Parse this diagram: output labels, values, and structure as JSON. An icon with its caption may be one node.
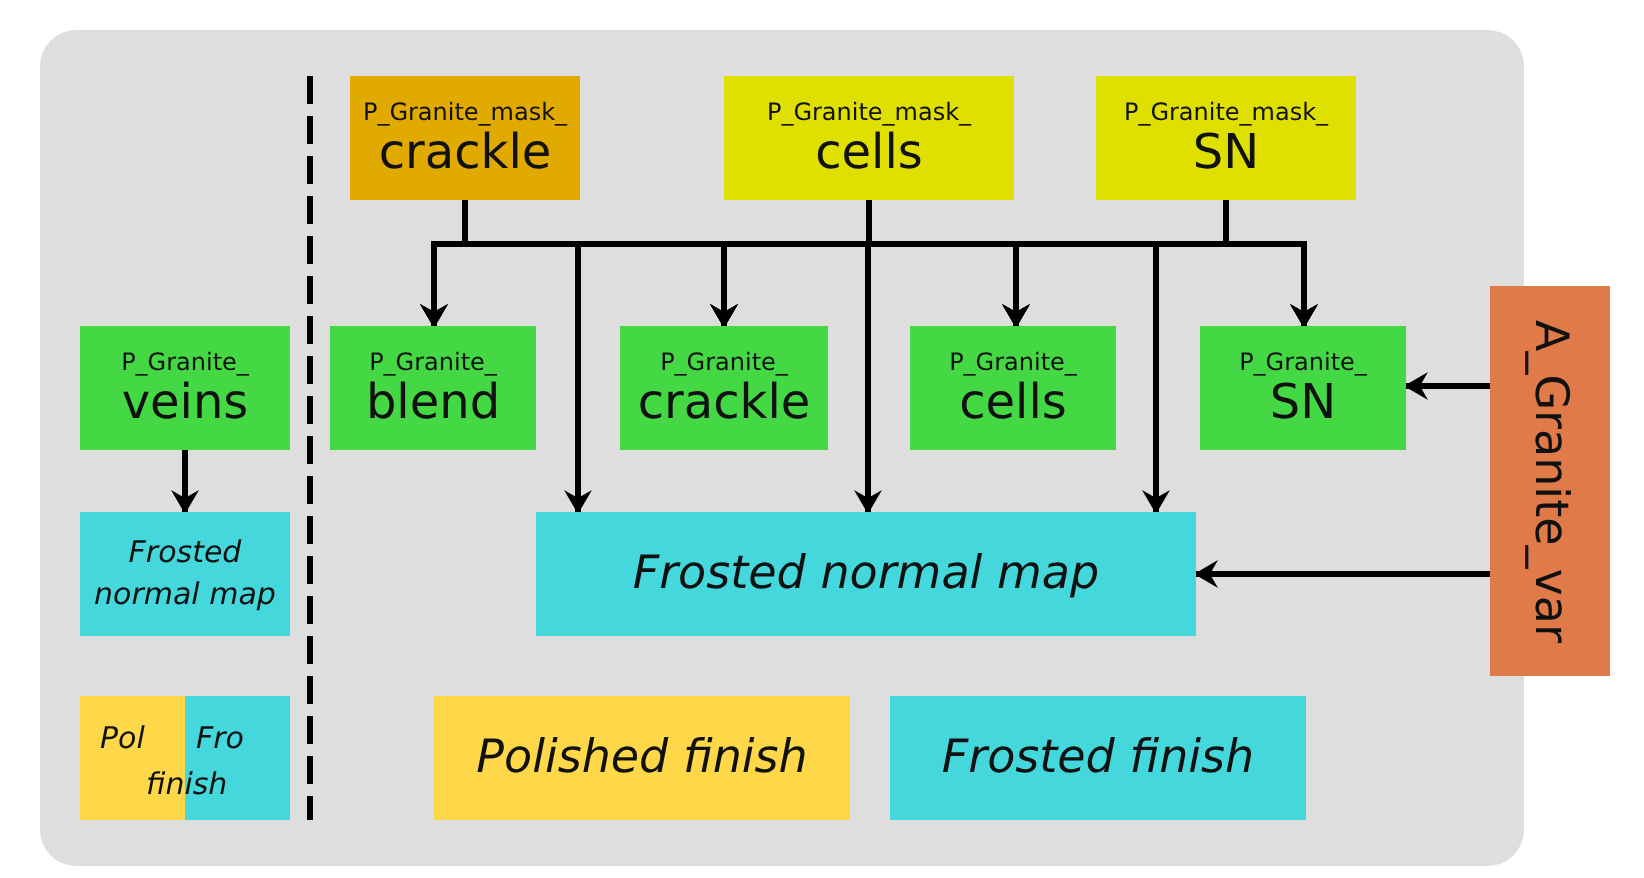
{
  "diagram": {
    "nodes": [
      {
        "text": [
          "P_Granite_mask_",
          "crackle"
        ]
      },
      {
        "text": [
          "P_Granite_mask_",
          "cells"
        ]
      },
      {
        "text": [
          "P_Granite_mask_",
          "SN"
        ]
      },
      {
        "text": [
          "P_Granite_",
          "veins"
        ]
      },
      {
        "text": [
          "P_Granite_",
          "blend"
        ]
      },
      {
        "text": [
          "P_Granite_",
          "crackle"
        ]
      },
      {
        "text": [
          "P_Granite_",
          "cells"
        ]
      },
      {
        "text": [
          "P_Granite_",
          "SN"
        ]
      },
      {
        "text": [
          "A_Granite_var"
        ]
      },
      {
        "text": [
          "Frosted normal map"
        ]
      },
      {
        "text": [
          "Frosted normal map"
        ]
      },
      {
        "text": [
          "Pol",
          "Fro",
          "finish"
        ]
      },
      {
        "text": [
          "Polished finish"
        ]
      },
      {
        "text": [
          "Frosted finish"
        ]
      }
    ],
    "edges": [
      {
        "from": 0,
        "to": 4,
        "arrow": "to"
      },
      {
        "from": 0,
        "to": 5,
        "arrow": "to"
      },
      {
        "from": 0,
        "to": 6,
        "arrow": "to"
      },
      {
        "from": 0,
        "to": 7,
        "arrow": "to"
      },
      {
        "from": 0,
        "to": 10,
        "arrow": "to"
      },
      {
        "from": 1,
        "to": 4,
        "arrow": "to"
      },
      {
        "from": 1,
        "to": 5,
        "arrow": "to"
      },
      {
        "from": 1,
        "to": 6,
        "arrow": "to"
      },
      {
        "from": 1,
        "to": 7,
        "arrow": "to"
      },
      {
        "from": 1,
        "to": 10,
        "arrow": "to"
      },
      {
        "from": 2,
        "to": 4,
        "arrow": "to"
      },
      {
        "from": 2,
        "to": 5,
        "arrow": "to"
      },
      {
        "from": 2,
        "to": 6,
        "arrow": "to"
      },
      {
        "from": 2,
        "to": 7,
        "arrow": "to"
      },
      {
        "from": 2,
        "to": 10,
        "arrow": "to"
      },
      {
        "from": 3,
        "to": 9,
        "arrow": "to"
      },
      {
        "from": 8,
        "to": 7,
        "arrow": "to"
      },
      {
        "from": 8,
        "to": 10,
        "arrow": "to"
      }
    ]
  }
}
